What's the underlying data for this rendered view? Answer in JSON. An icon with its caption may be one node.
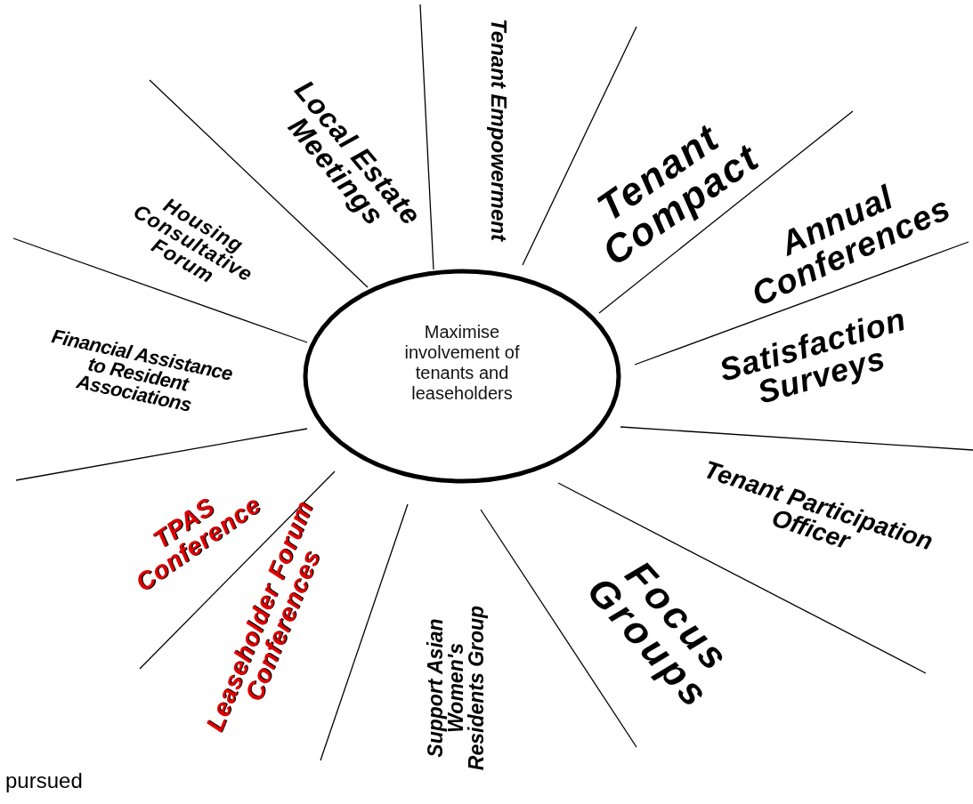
{
  "diagram": {
    "nodes": [
      {
        "text": [
          "Maximise involvement of tenants and leaseholders"
        ]
      }
    ],
    "labels": [
      "Tenant Empowerment",
      "Local Estate Meetings",
      "Tenant Compact",
      "Housing Consultative Forum",
      "Annual Conferences",
      "Financial Assistance to Resident Associations",
      "Satisfaction Surveys",
      "Tenant Participation Officer",
      "TPAS Conference",
      "Focus Groups",
      "Leaseholder Forum Conferences",
      "Support Asian Women's Residents Group",
      "pursued"
    ]
  }
}
